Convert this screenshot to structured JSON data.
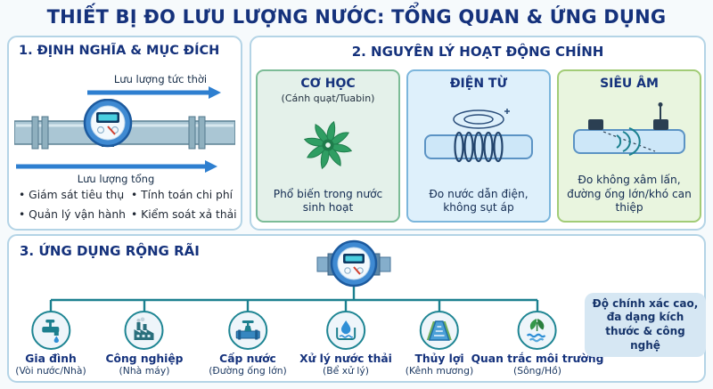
{
  "title": "THIẾT BỊ ĐO LƯU LƯỢNG NƯỚC: TỔNG QUAN & ỨNG DỤNG",
  "colors": {
    "accent_navy": "#15327c",
    "teal": "#1b808f",
    "arrow_blue": "#2e7fd0"
  },
  "section1": {
    "heading": "1. ĐỊNH NGHĨA & MỤC ĐÍCH",
    "flow_instant_label": "Lưu lượng tức thời",
    "flow_total_label": "Lưu lượng tổng",
    "bullets": [
      "Giám sát tiêu thụ",
      "Tính toán chi phí",
      "Quản lý vận hành",
      "Kiểm soát xả thải"
    ]
  },
  "section2": {
    "heading": "2. NGUYÊN LÝ HOẠT ĐỘNG CHÍNH",
    "cards": [
      {
        "title": "CƠ HỌC",
        "subtitle": "(Cánh quạt/Tuabin)",
        "description": "Phổ biến trong nước sinh hoạt"
      },
      {
        "title": "ĐIỆN TỪ",
        "description": "Đo nước dẫn điện, không sụt áp"
      },
      {
        "title": "SIÊU ÂM",
        "description": "Đo không xâm lấn, đường ống lớn/khó can thiệp"
      }
    ]
  },
  "section3": {
    "heading": "3. ỨNG DỤNG RỘNG RÃI",
    "applications": [
      {
        "label": "Gia đình",
        "sublabel": "(Vòi nước/Nhà)"
      },
      {
        "label": "Công nghiệp",
        "sublabel": "(Nhà máy)"
      },
      {
        "label": "Cấp nước",
        "sublabel": "(Đường ống lớn)"
      },
      {
        "label": "Xử lý nước thải",
        "sublabel": "(Bể xử lý)"
      },
      {
        "label": "Thủy lợi",
        "sublabel": "(Kênh mương)"
      },
      {
        "label": "Quan trắc môi trường",
        "sublabel": "(Sông/Hồ)"
      }
    ],
    "note": "Độ chính xác cao, đa dạng kích thước & công nghệ"
  }
}
